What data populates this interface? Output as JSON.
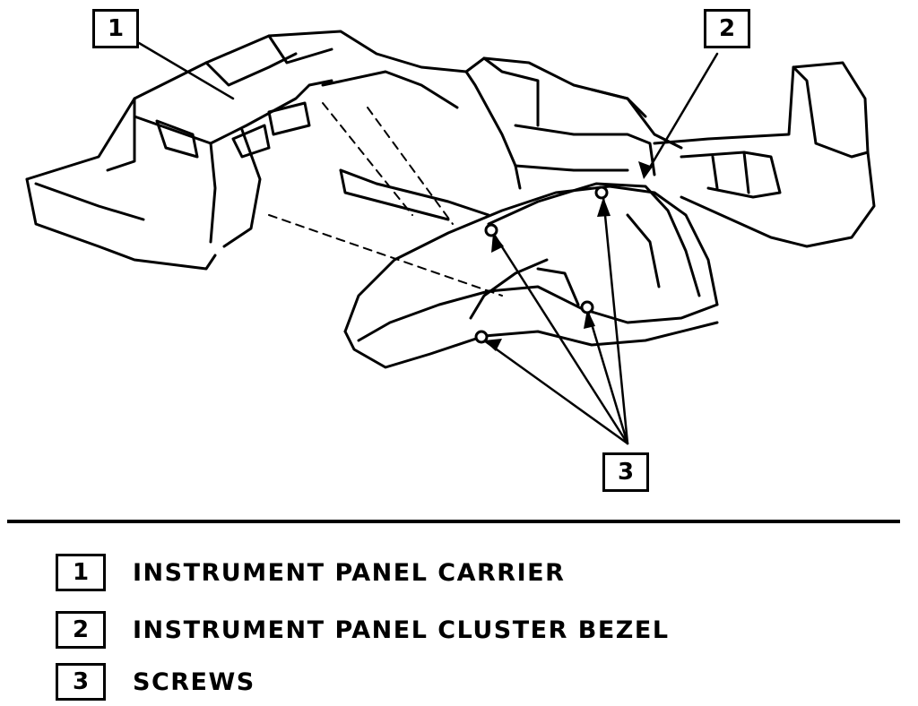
{
  "callouts": [
    {
      "id": "1"
    },
    {
      "id": "2"
    },
    {
      "id": "3"
    }
  ],
  "legend": [
    {
      "num": "1",
      "text": "INSTRUMENT PANEL CARRIER"
    },
    {
      "num": "2",
      "text": "INSTRUMENT PANEL CLUSTER BEZEL"
    },
    {
      "num": "3",
      "text": "SCREWS"
    }
  ]
}
